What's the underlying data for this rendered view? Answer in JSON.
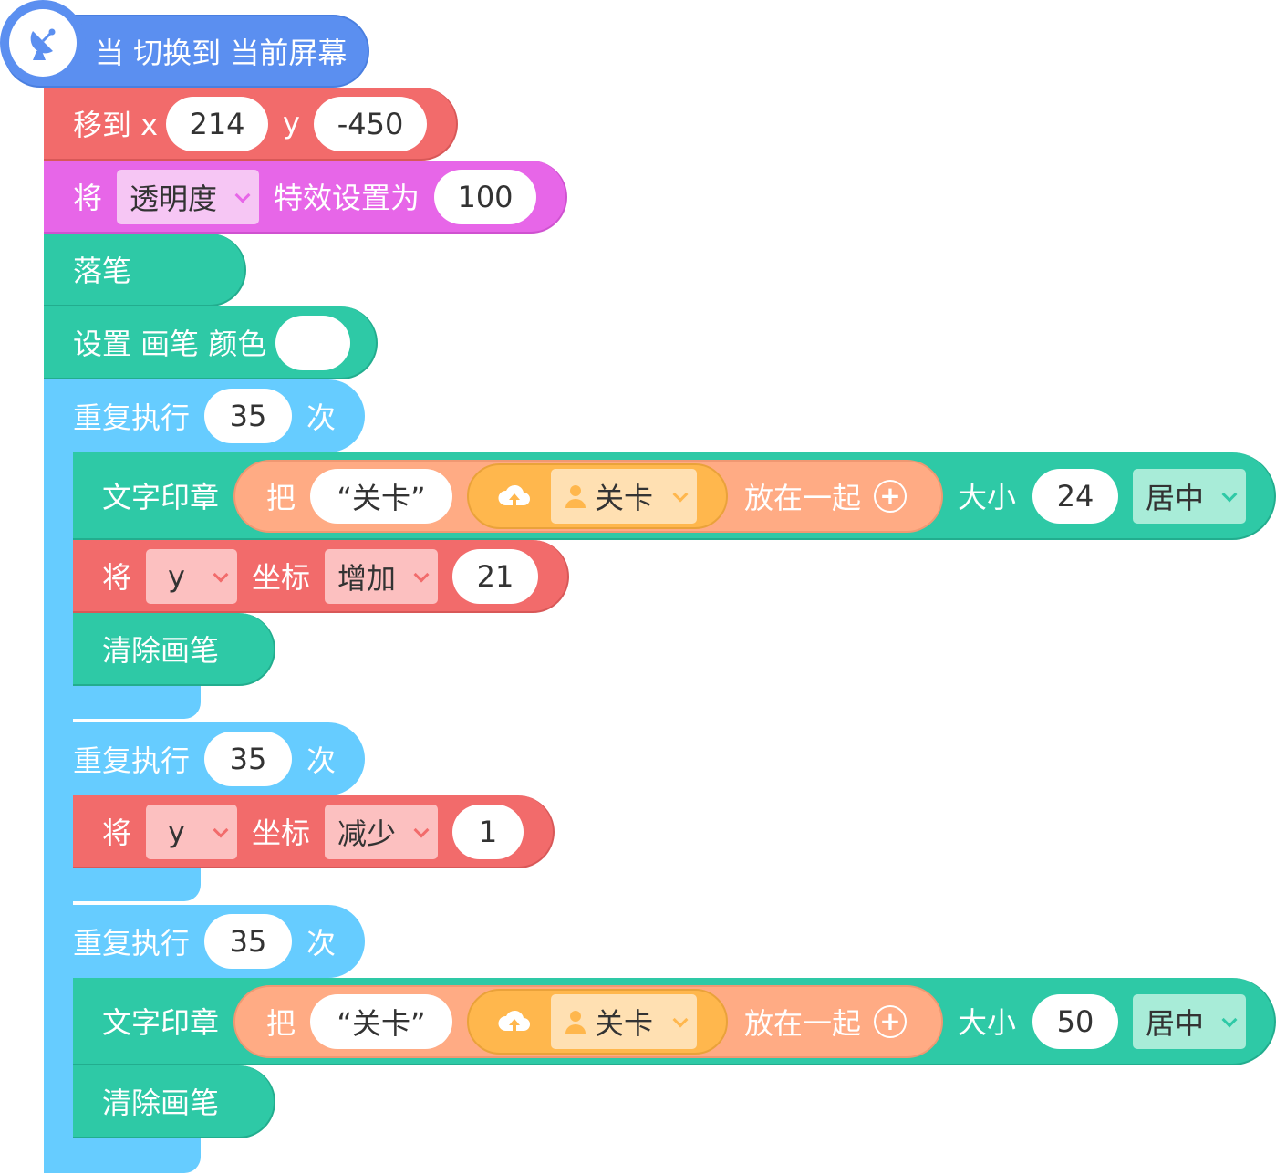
{
  "colors": {
    "event": "#5b8ff0",
    "motion": "#f26b6b",
    "looks": "#e766e8",
    "pen": "#2ec9a6",
    "control": "#66ccff",
    "text_reporter": "#ffab84",
    "list_reporter": "#ffb74d"
  },
  "icons": {
    "event": "satellite-dish-icon",
    "cloud": "cloud-upload-icon",
    "person": "person-icon",
    "plus": "plus-icon",
    "dropdown": "chevron-down-icon"
  },
  "hat": {
    "label": "当 切换到 当前屏幕"
  },
  "move": {
    "label": "移到 x",
    "x": "214",
    "y_label": "y",
    "y": "-450"
  },
  "effect": {
    "label": "将",
    "effect": "透明度",
    "suffix": "特效设置为",
    "value": "100"
  },
  "pen_down": {
    "label": "落笔"
  },
  "pen_color": {
    "label": "设置 画笔 颜色",
    "color": "#ffffff"
  },
  "repeat1": {
    "label": "重复执行",
    "times": "35",
    "suffix": "次",
    "stamp": {
      "label": "文字印章",
      "join_label": "把",
      "text": "“关卡”",
      "variable": "关卡",
      "join_suffix": "放在一起",
      "size_label": "大小",
      "size": "24",
      "align": "居中"
    },
    "change_y": {
      "label": "将",
      "axis": "y",
      "mid": "坐标",
      "op": "增加",
      "value": "21"
    },
    "clear": {
      "label": "清除画笔"
    }
  },
  "repeat2": {
    "label": "重复执行",
    "times": "35",
    "suffix": "次",
    "change_y": {
      "label": "将",
      "axis": "y",
      "mid": "坐标",
      "op": "减少",
      "value": "1"
    }
  },
  "repeat3": {
    "label": "重复执行",
    "times": "35",
    "suffix": "次",
    "stamp": {
      "label": "文字印章",
      "join_label": "把",
      "text": "“关卡”",
      "variable": "关卡",
      "join_suffix": "放在一起",
      "size_label": "大小",
      "size": "50",
      "align": "居中"
    },
    "clear": {
      "label": "清除画笔"
    }
  }
}
